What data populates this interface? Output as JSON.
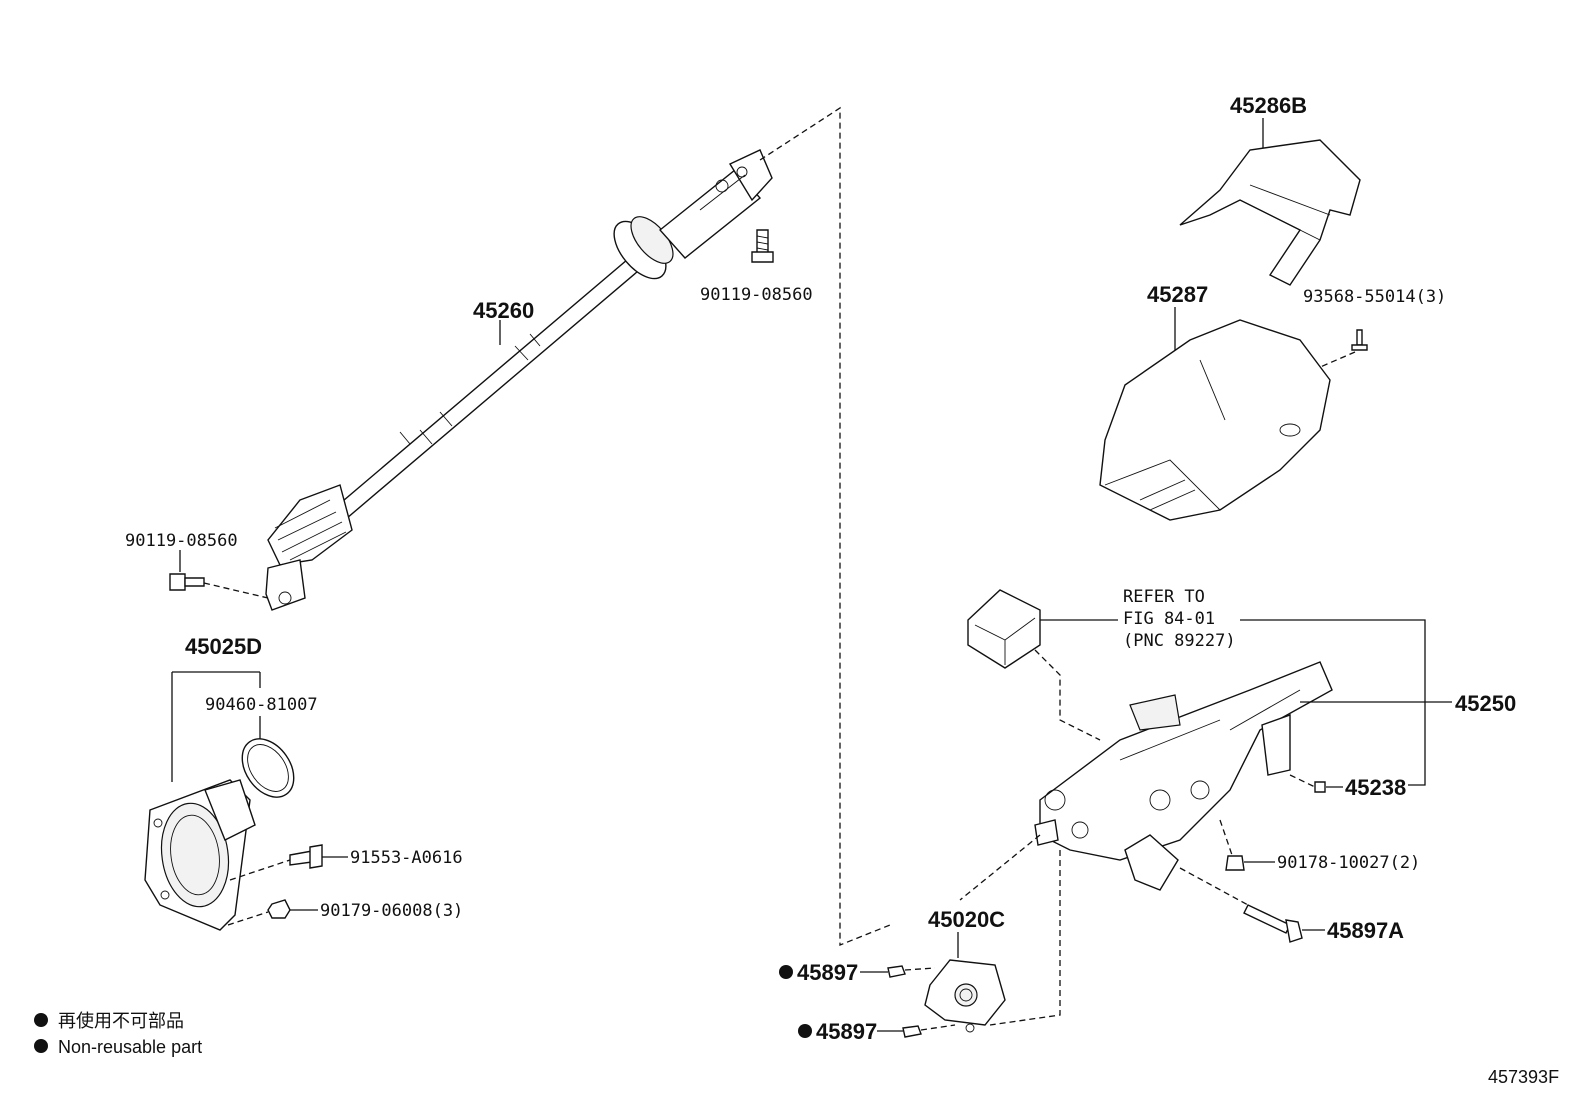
{
  "labels": {
    "shaft": "45260",
    "bolt_top": "90119-08560",
    "bolt_bottom": "90119-08560",
    "cover_upper": "45286B",
    "cover_lower": "45287",
    "screw": "93568-55014(3)",
    "refer_line1": "REFER TO",
    "refer_line2": "FIG 84-01",
    "refer_line3": "(PNC 89227)",
    "column": "45250",
    "column_bolt": "45238",
    "nut_90178": "90178-10027(2)",
    "bolt_45897a": "45897A",
    "seal_assy": "45025D",
    "clamp": "90460-81007",
    "bolt_91553": "91553-A0616",
    "nut_90179": "90179-06008(3)",
    "lock_assy": "45020C",
    "shear_bolt_1": "45897",
    "shear_bolt_2": "45897"
  },
  "legend": {
    "jp": "再使用不可部品",
    "en": "Non-reusable part"
  },
  "figure_id": "457393F"
}
